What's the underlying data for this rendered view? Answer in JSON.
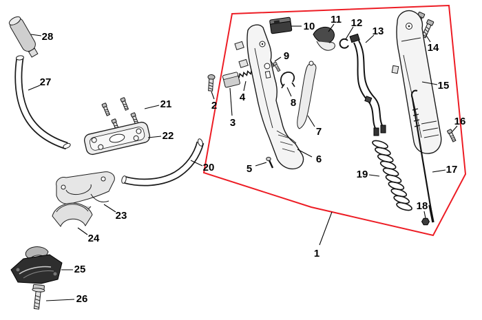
{
  "figure": {
    "type": "exploded-parts-diagram",
    "background": "#ffffff",
    "outline_color": "#ed1c24",
    "part_numbers": [
      "1",
      "2",
      "3",
      "4",
      "5",
      "6",
      "7",
      "8",
      "9",
      "10",
      "11",
      "12",
      "13",
      "14",
      "15",
      "16",
      "17",
      "18",
      "19",
      "20",
      "21",
      "22",
      "23",
      "24",
      "25",
      "26",
      "27",
      "28"
    ]
  }
}
